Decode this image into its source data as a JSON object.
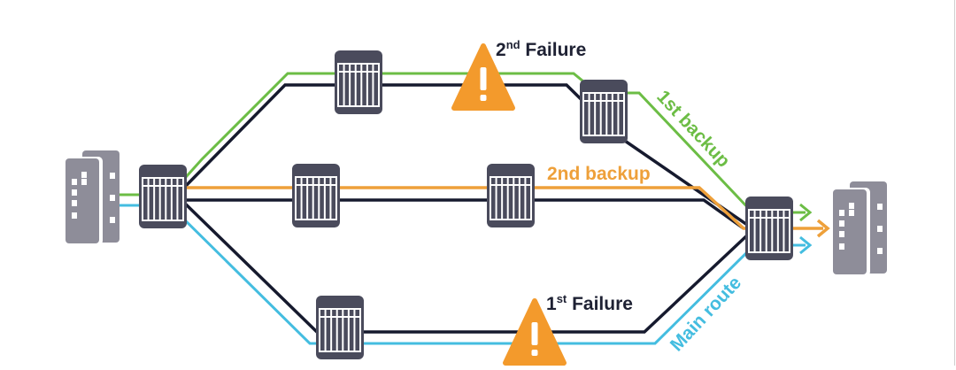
{
  "colors": {
    "link": "#161a2e",
    "main_route": "#44bde0",
    "first_backup": "#6cbd45",
    "second_backup": "#eea03a",
    "warning": "#f39a2c",
    "router": "#4a4b5c",
    "building": "#8e8d99"
  },
  "labels": {
    "second_failure": {
      "num": "2",
      "sup": "nd",
      "text": " Failure"
    },
    "first_failure": {
      "num": "1",
      "sup": "st",
      "text": " Failure"
    },
    "first_backup": "1st backup",
    "second_backup": "2nd backup",
    "main_route": "Main route"
  },
  "icons": {
    "warning": "!",
    "source_site": "building-icon",
    "destination_site": "building-icon",
    "router": "router-icon"
  },
  "nodes": [
    {
      "id": "source-building",
      "kind": "building"
    },
    {
      "id": "ingress-router",
      "kind": "router"
    },
    {
      "id": "top-router-1",
      "kind": "router"
    },
    {
      "id": "top-router-2",
      "kind": "router"
    },
    {
      "id": "middle-router-1",
      "kind": "router"
    },
    {
      "id": "middle-router-2",
      "kind": "router"
    },
    {
      "id": "bottom-router-1",
      "kind": "router"
    },
    {
      "id": "egress-router",
      "kind": "router"
    },
    {
      "id": "destination-building",
      "kind": "building"
    }
  ],
  "paths": [
    {
      "id": "main-route",
      "via": [
        "ingress-router",
        "bottom-router-1",
        "egress-router"
      ],
      "status": "failed"
    },
    {
      "id": "first-backup",
      "via": [
        "ingress-router",
        "top-router-1",
        "top-router-2",
        "egress-router"
      ],
      "status": "failed"
    },
    {
      "id": "second-backup",
      "via": [
        "ingress-router",
        "middle-router-1",
        "middle-router-2",
        "egress-router"
      ],
      "status": "active"
    }
  ]
}
